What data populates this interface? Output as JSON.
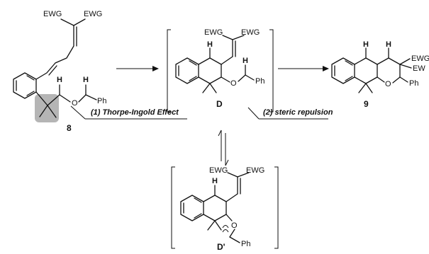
{
  "labels": {
    "ewg": "EWG",
    "ewg_cut": "EW",
    "ph": "Ph",
    "o": "O",
    "h": "H"
  },
  "compounds": {
    "c8": "8",
    "cD": "D",
    "c9": "9",
    "cDprime": "D'"
  },
  "steps": {
    "step1": "(1) Thorpe-Ingold Effect",
    "step2": "(2) steric repulsion"
  },
  "colors": {
    "highlight": "#b5b5b5",
    "ink": "#111111"
  }
}
